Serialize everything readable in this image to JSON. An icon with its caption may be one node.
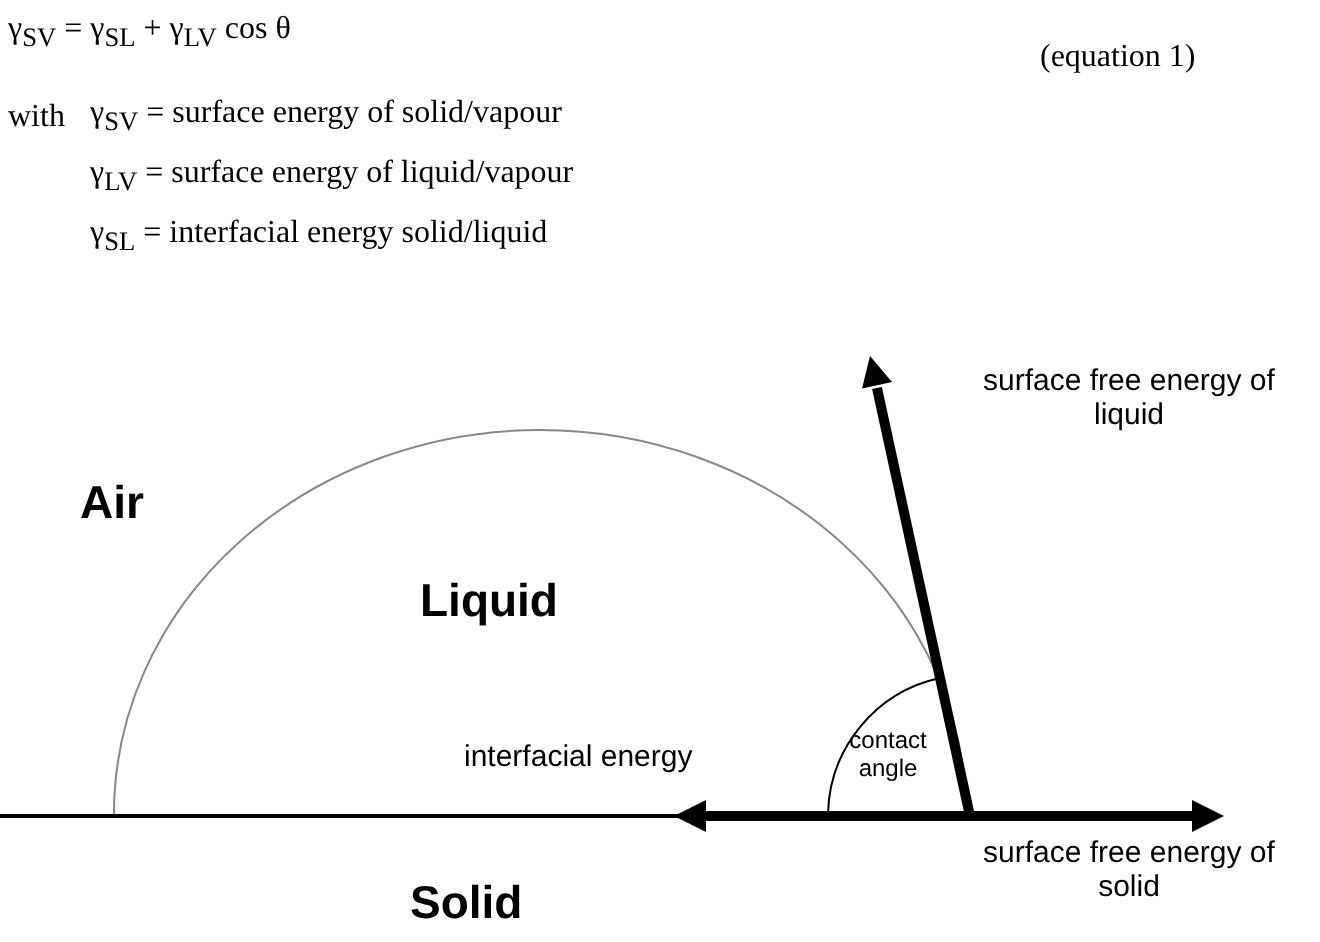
{
  "diagram": {
    "labels": [
      "γ$_{SV}$ = γ$_{SL}$ + γ$_{LV}$ cos θ",
      "(equation 1)",
      "with",
      "γ$_{SV}$ = surface energy of solid/vapour",
      "γ$_{LV}$ = surface energy of liquid/vapour",
      "γ$_{SL}$ = interfacial energy solid/liquid",
      "surface free energy of liquid",
      "Air",
      "Liquid",
      "interfacial energy",
      "contact angle",
      "surface free energy of solid",
      "Solid"
    ]
  }
}
